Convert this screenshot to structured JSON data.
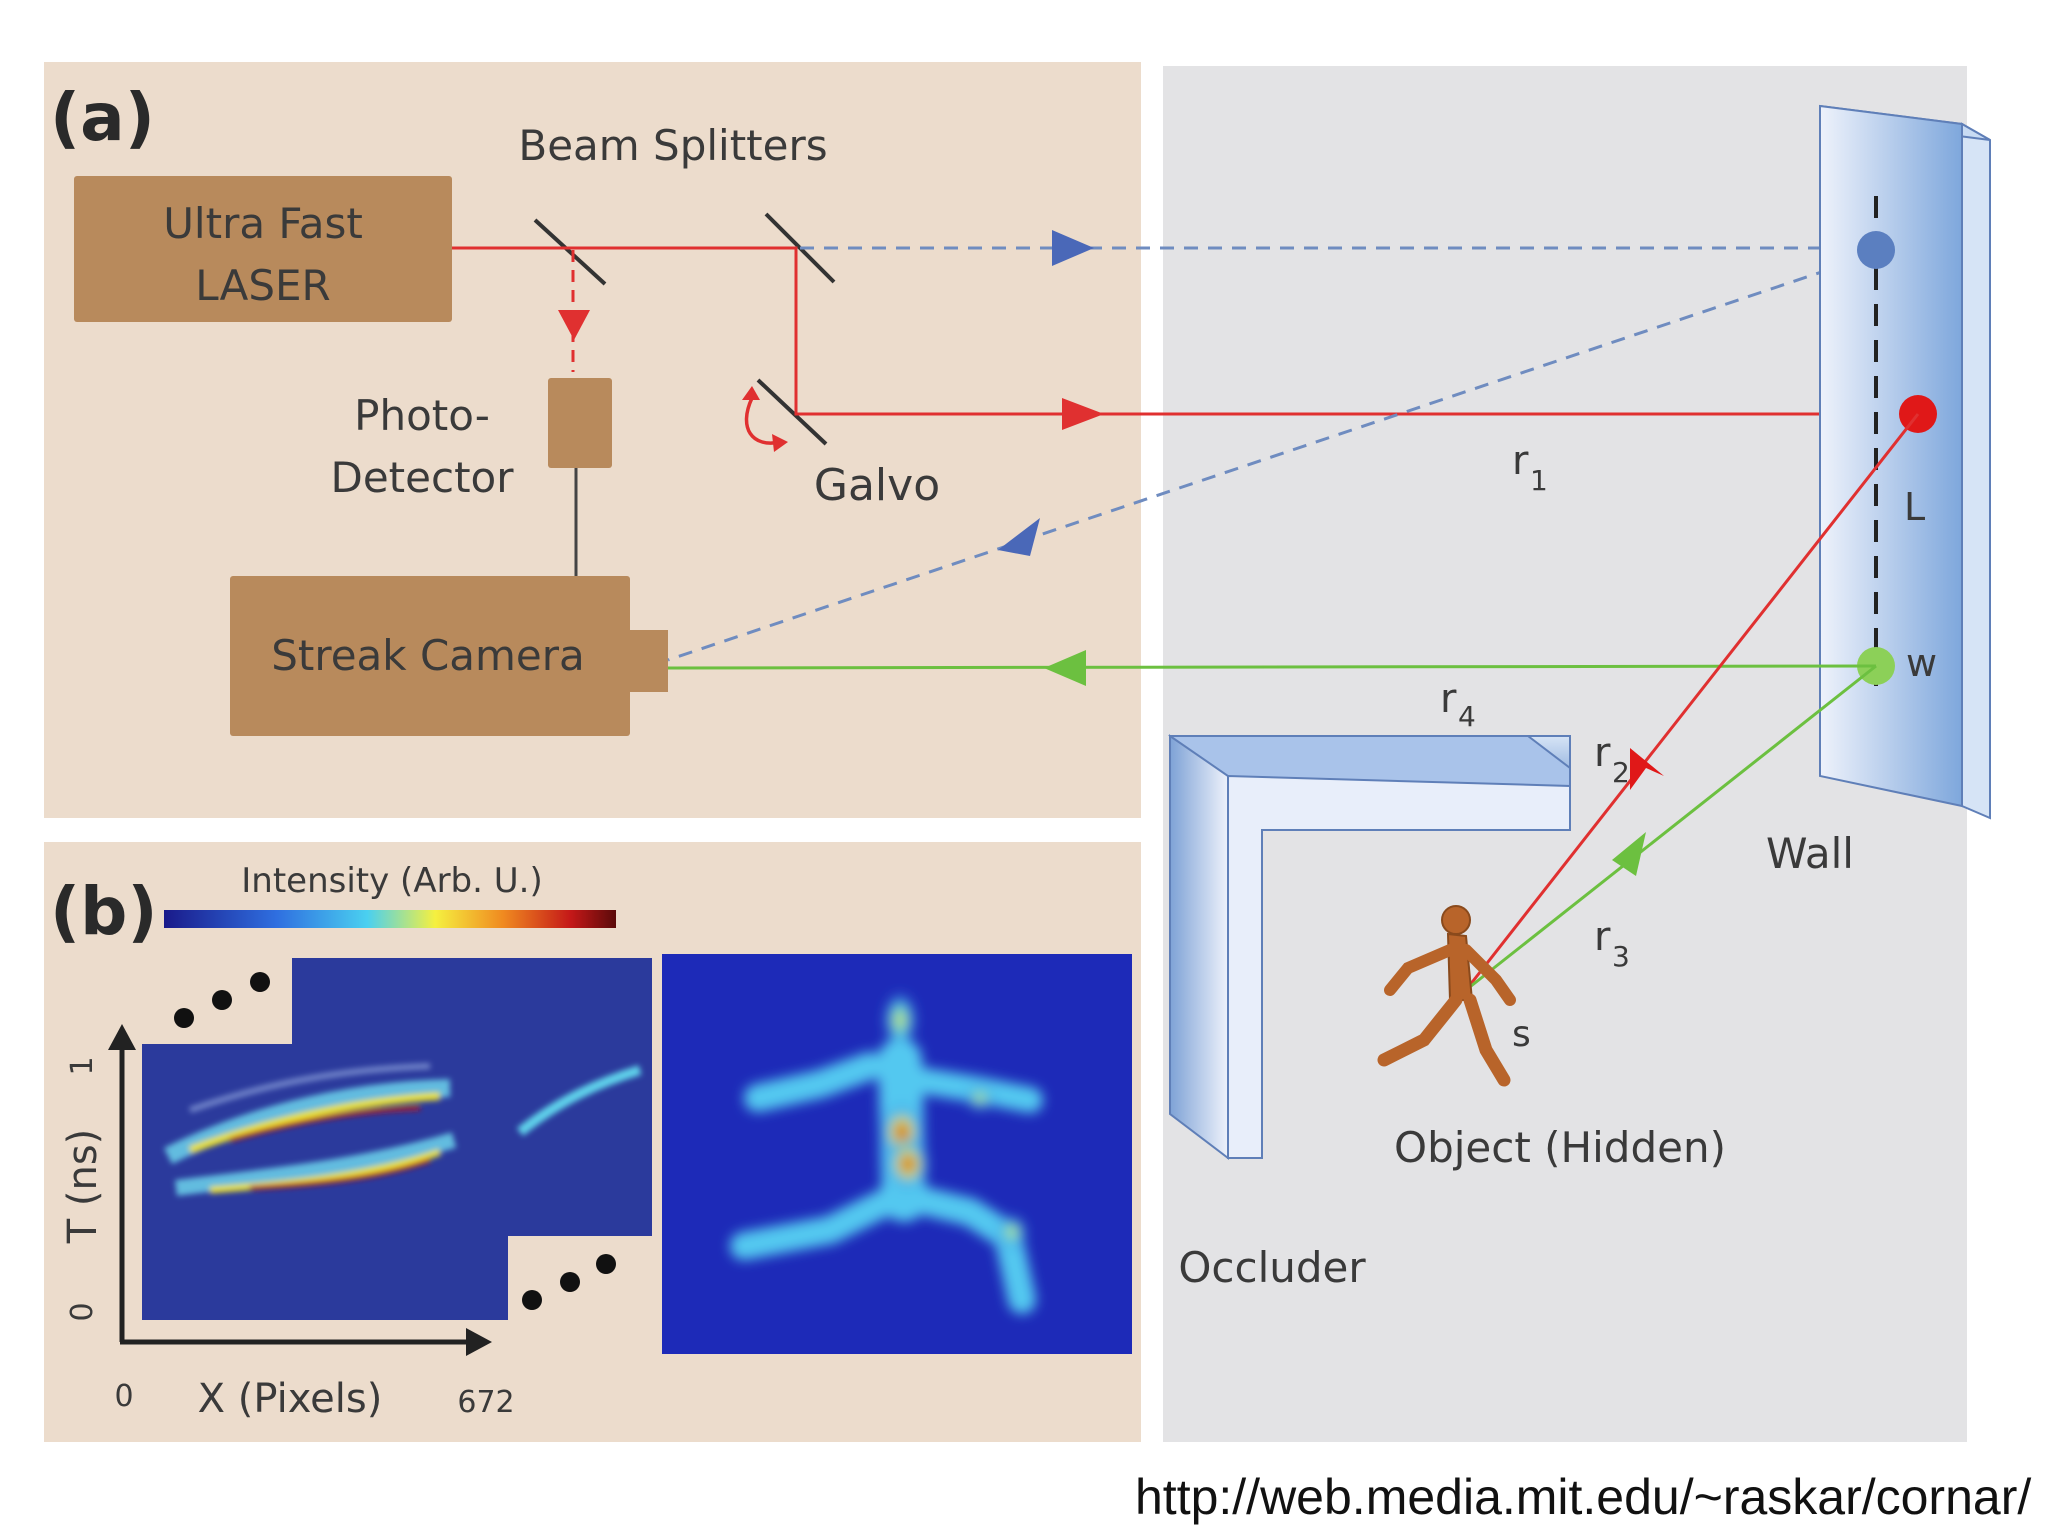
{
  "panel_a": {
    "label": "(a)",
    "laser_line1": "Ultra Fast",
    "laser_line2": "LASER",
    "beam_splitters": "Beam Splitters",
    "photo_line1": "Photo-",
    "photo_line2": "Detector",
    "galvo": "Galvo",
    "streak_camera": "Streak Camera"
  },
  "scene": {
    "r1": "r",
    "r1_sub": "1",
    "r2": "r",
    "r2_sub": "2",
    "r3": "r",
    "r3_sub": "3",
    "r4": "r",
    "r4_sub": "4",
    "point_L": "L",
    "point_w": "w",
    "point_s": "s",
    "wall": "Wall",
    "occluder": "Occluder",
    "object": "Object (Hidden)"
  },
  "panel_b": {
    "label": "(b)",
    "colorbar_label": "Intensity (Arb. U.)",
    "y_axis_label": "T (ns)",
    "y_tick_0": "0",
    "y_tick_1": "1",
    "x_axis_label": "X (Pixels)",
    "x_tick_0": "0",
    "x_tick_max": "672"
  },
  "source_url": "http://web.media.mit.edu/~raskar/cornar/",
  "colors": {
    "left_panel_bg": "#ecdccc",
    "right_panel_bg": "#e3e3e5",
    "device": "#b88a5c",
    "laser_red": "#e03030",
    "return_green": "#6cc040",
    "dashed_blue": "#6f8cc0",
    "wall_blue": "#8fb3e0",
    "heatmap_bg": "#2b3a9c"
  }
}
